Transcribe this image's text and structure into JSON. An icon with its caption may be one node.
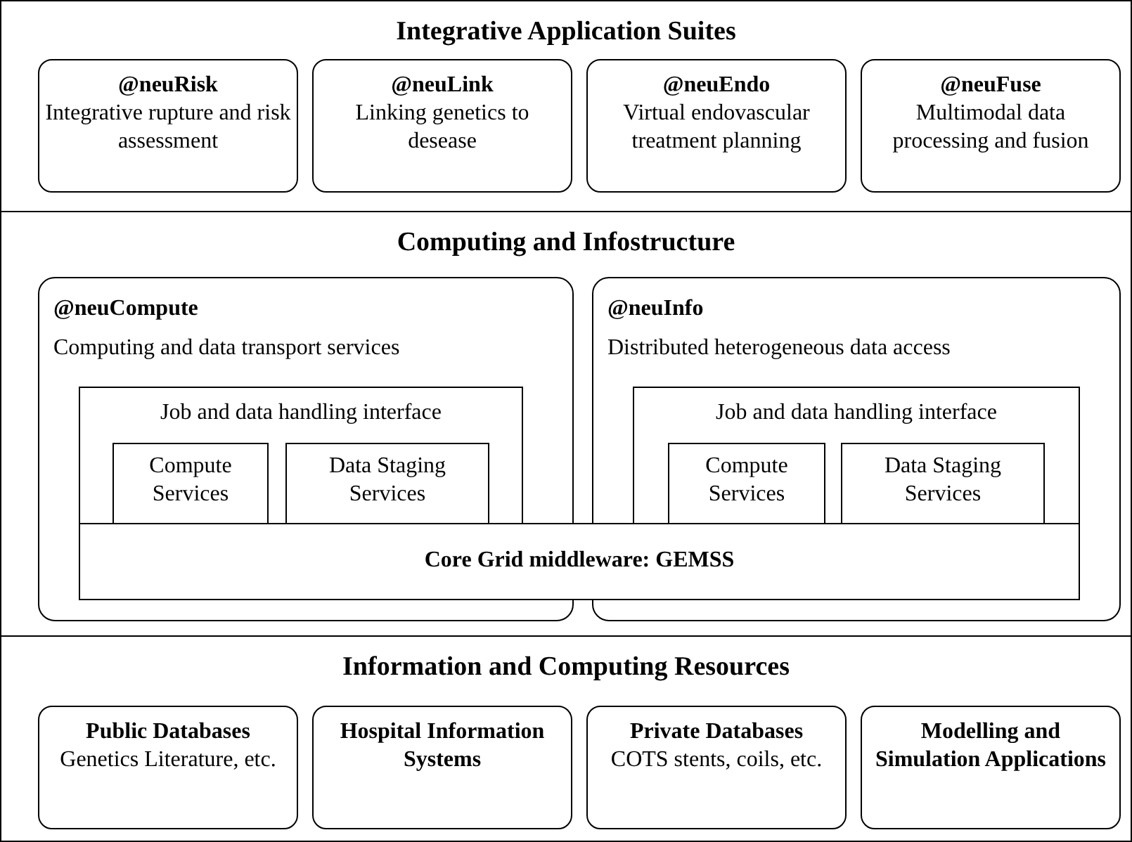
{
  "diagram": {
    "nodes": [
      {
        "text": [
          "Integrative Application Suites"
        ]
      },
      {
        "text": [
          "@neuRisk",
          "Integrative rupture and risk assessment"
        ],
        "in": 0
      },
      {
        "text": [
          "@neuLink",
          "Linking genetics to desease"
        ],
        "in": 0
      },
      {
        "text": [
          "@neuEndo",
          "Virtual endovascular treatment planning"
        ],
        "in": 0
      },
      {
        "text": [
          "@neuFuse",
          "Multimodal data processing and fusion"
        ],
        "in": 0
      },
      {
        "text": [
          "Computing and Infostructure"
        ]
      },
      {
        "text": [
          "@neuCompute",
          "Computing and data transport services"
        ],
        "in": 5
      },
      {
        "text": [
          "Job and data handling interface"
        ],
        "in": 6
      },
      {
        "text": [
          "Compute Services"
        ],
        "in": 7
      },
      {
        "text": [
          "Data Staging Services"
        ],
        "in": 7
      },
      {
        "text": [
          "@neuInfo",
          "Distributed heterogeneous data access"
        ],
        "in": 5
      },
      {
        "text": [
          "Job and data handling interface"
        ],
        "in": 10
      },
      {
        "text": [
          "Compute Services"
        ],
        "in": 11
      },
      {
        "text": [
          "Data Staging Services"
        ],
        "in": 11
      },
      {
        "text": [
          "Core Grid middleware: GEMSS"
        ],
        "in": 5
      },
      {
        "text": [
          "Information and Computing Resources"
        ]
      },
      {
        "text": [
          "Public Databases",
          "Genetics Literature, etc."
        ],
        "in": 15
      },
      {
        "text": [
          "Hospital Information Systems"
        ],
        "in": 15
      },
      {
        "text": [
          "Private Databases",
          "COTS stents, coils, etc."
        ],
        "in": 15
      },
      {
        "text": [
          "Modelling and Simulation Applications"
        ],
        "in": 15
      }
    ]
  }
}
